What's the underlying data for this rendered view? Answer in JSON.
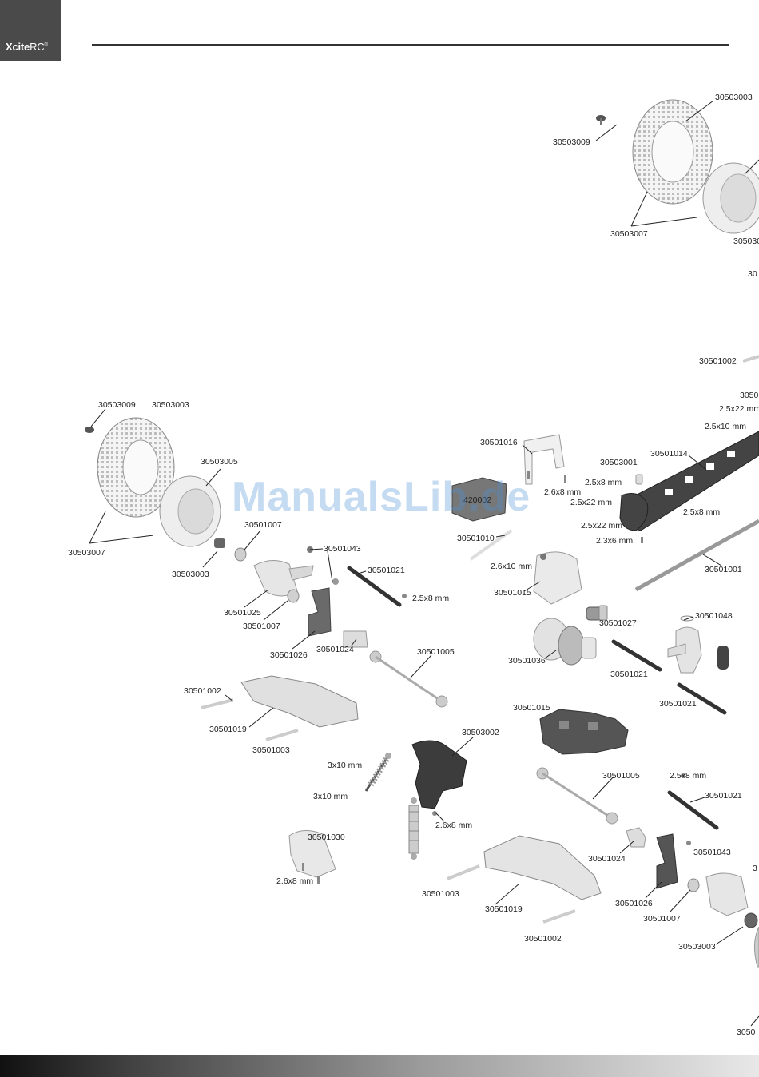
{
  "header": {
    "brand_bold": "Xcite",
    "brand_light": "RC",
    "brand_mark": "®"
  },
  "watermark": "ManualsLib.de",
  "labels": [
    {
      "id": "l1",
      "text": "30503003"
    },
    {
      "id": "l2",
      "text": "30503009"
    },
    {
      "id": "l3",
      "text": "30503007"
    },
    {
      "id": "l4",
      "text": "3050300"
    },
    {
      "id": "l5",
      "text": "30"
    },
    {
      "id": "l6",
      "text": "30501002"
    },
    {
      "id": "l7",
      "text": "3050"
    },
    {
      "id": "l8",
      "text": "2.5x22 mm"
    },
    {
      "id": "l9",
      "text": "2.5x10 mm"
    },
    {
      "id": "l10",
      "text": "30503009"
    },
    {
      "id": "l11",
      "text": "30503003"
    },
    {
      "id": "l12",
      "text": "30503005"
    },
    {
      "id": "l13",
      "text": "30501007"
    },
    {
      "id": "l14",
      "text": "30503007"
    },
    {
      "id": "l15",
      "text": "30503003"
    },
    {
      "id": "l16",
      "text": "30501043"
    },
    {
      "id": "l17",
      "text": "30501021"
    },
    {
      "id": "l18",
      "text": "2.5x8 mm"
    },
    {
      "id": "l19",
      "text": "30501025"
    },
    {
      "id": "l20",
      "text": "30501007"
    },
    {
      "id": "l21",
      "text": "30501026"
    },
    {
      "id": "l22",
      "text": "30501024"
    },
    {
      "id": "l23",
      "text": "30501005"
    },
    {
      "id": "l24",
      "text": "30501002"
    },
    {
      "id": "l25",
      "text": "30501019"
    },
    {
      "id": "l26",
      "text": "30501003"
    },
    {
      "id": "l27",
      "text": "30501016"
    },
    {
      "id": "l28",
      "text": "2.6x8 mm"
    },
    {
      "id": "l29",
      "text": "30503001"
    },
    {
      "id": "l30",
      "text": "30501014"
    },
    {
      "id": "l31",
      "text": "2.5x8 mm"
    },
    {
      "id": "l32",
      "text": "2.5x22 mm"
    },
    {
      "id": "l33",
      "text": "2.5x8 mm"
    },
    {
      "id": "l34",
      "text": "2.5x22 mm"
    },
    {
      "id": "l35",
      "text": "2.3x6 mm"
    },
    {
      "id": "l36",
      "text": "30501010"
    },
    {
      "id": "l37",
      "text": "2.6x10 mm"
    },
    {
      "id": "l38",
      "text": "30501015"
    },
    {
      "id": "l39",
      "text": "30501001"
    },
    {
      "id": "l40",
      "text": "30501027"
    },
    {
      "id": "l41",
      "text": "30501048"
    },
    {
      "id": "l42",
      "text": "30501036"
    },
    {
      "id": "l43",
      "text": "30501021"
    },
    {
      "id": "l44",
      "text": "30501021"
    },
    {
      "id": "l45",
      "text": "30501015"
    },
    {
      "id": "l46",
      "text": "30503002"
    },
    {
      "id": "l47",
      "text": "3x10 mm"
    },
    {
      "id": "l48",
      "text": "3x10 mm"
    },
    {
      "id": "l49",
      "text": "2.6x8 mm"
    },
    {
      "id": "l50",
      "text": "30501030"
    },
    {
      "id": "l51",
      "text": "2.6x8 mm"
    },
    {
      "id": "l52",
      "text": "30501005"
    },
    {
      "id": "l53",
      "text": "2.5x8 mm"
    },
    {
      "id": "l54",
      "text": "30501021"
    },
    {
      "id": "l55",
      "text": "30501024"
    },
    {
      "id": "l56",
      "text": "30501043"
    },
    {
      "id": "l57",
      "text": "3"
    },
    {
      "id": "l58",
      "text": "30501003"
    },
    {
      "id": "l59",
      "text": "30501019"
    },
    {
      "id": "l60",
      "text": "30501026"
    },
    {
      "id": "l61",
      "text": "30501007"
    },
    {
      "id": "l62",
      "text": "30503003"
    },
    {
      "id": "l63",
      "text": "30501002"
    },
    {
      "id": "l64",
      "text": "3050"
    },
    {
      "id": "l65",
      "text": "420002"
    }
  ]
}
